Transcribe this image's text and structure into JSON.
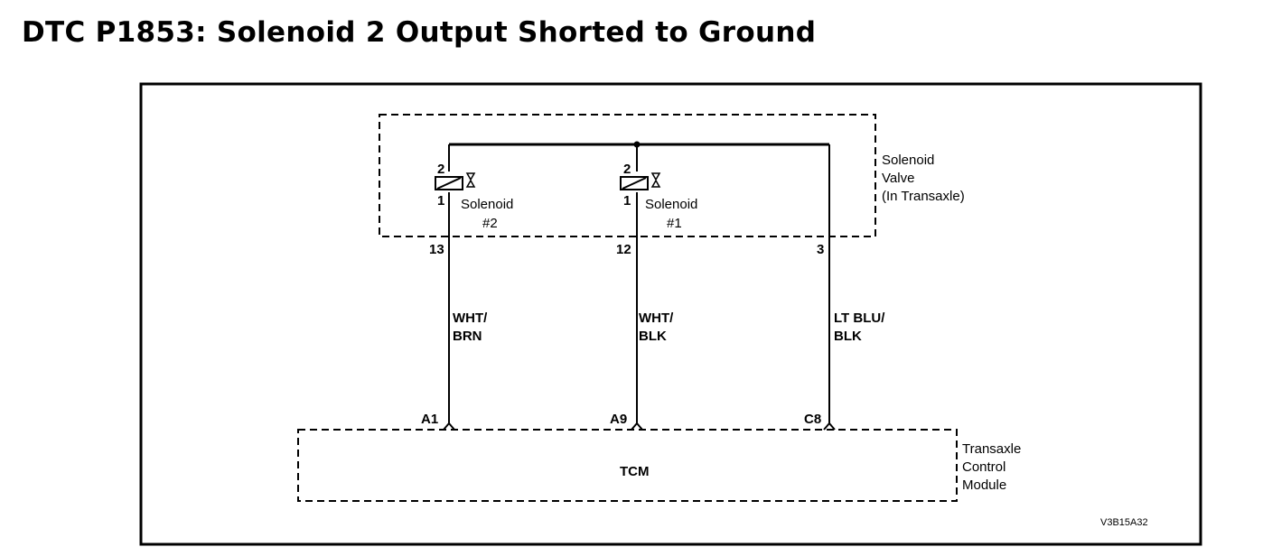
{
  "title": "DTC P1853: Solenoid 2 Output Shorted to Ground",
  "solenoid_valve": {
    "line1": "Solenoid",
    "line2": "Valve",
    "line3": "(In Transaxle)"
  },
  "solenoids": [
    {
      "name": "Solenoid",
      "number": "#2",
      "pin_top": "2",
      "pin_bottom": "1"
    },
    {
      "name": "Solenoid",
      "number": "#1",
      "pin_top": "2",
      "pin_bottom": "1"
    }
  ],
  "connector_pins": [
    "13",
    "12",
    "3"
  ],
  "wires": [
    {
      "line1": "WHT/",
      "line2": "BRN"
    },
    {
      "line1": "WHT/",
      "line2": "BLK"
    },
    {
      "line1": "LT BLU/",
      "line2": "BLK"
    }
  ],
  "tcm_pins": [
    "A1",
    "A9",
    "C8"
  ],
  "tcm": {
    "label": "TCM",
    "line1": "Transaxle",
    "line2": "Control",
    "line3": "Module"
  },
  "figure_code": "V3B15A32"
}
